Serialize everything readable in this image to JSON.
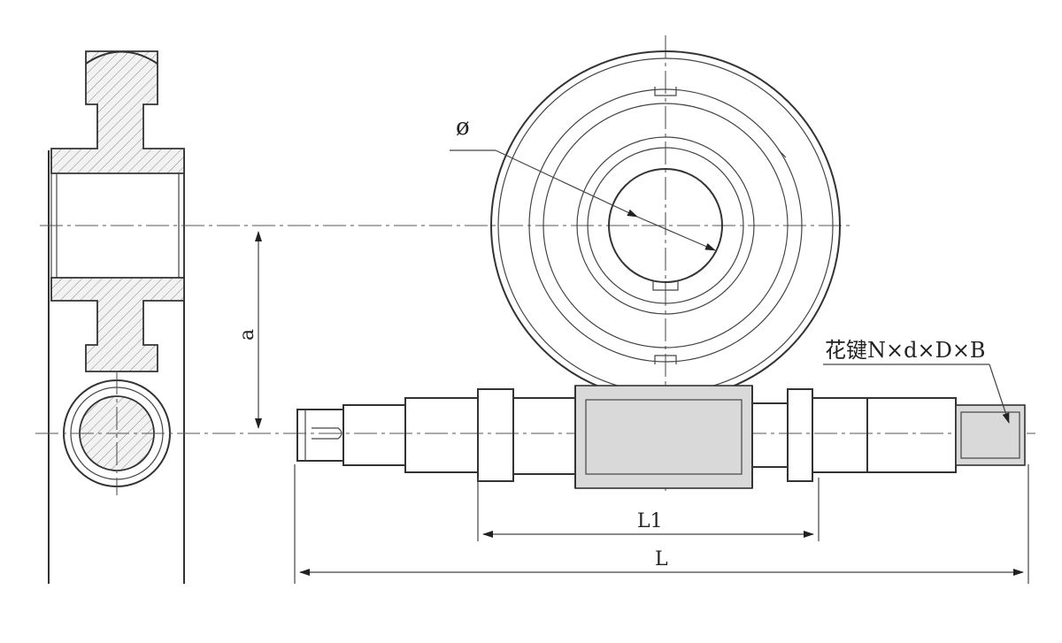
{
  "labels": {
    "diameter": "ø",
    "center_distance": "a",
    "worm_length": "L1",
    "shaft_length": "L",
    "spline_note": "花键N×d×D×B"
  }
}
